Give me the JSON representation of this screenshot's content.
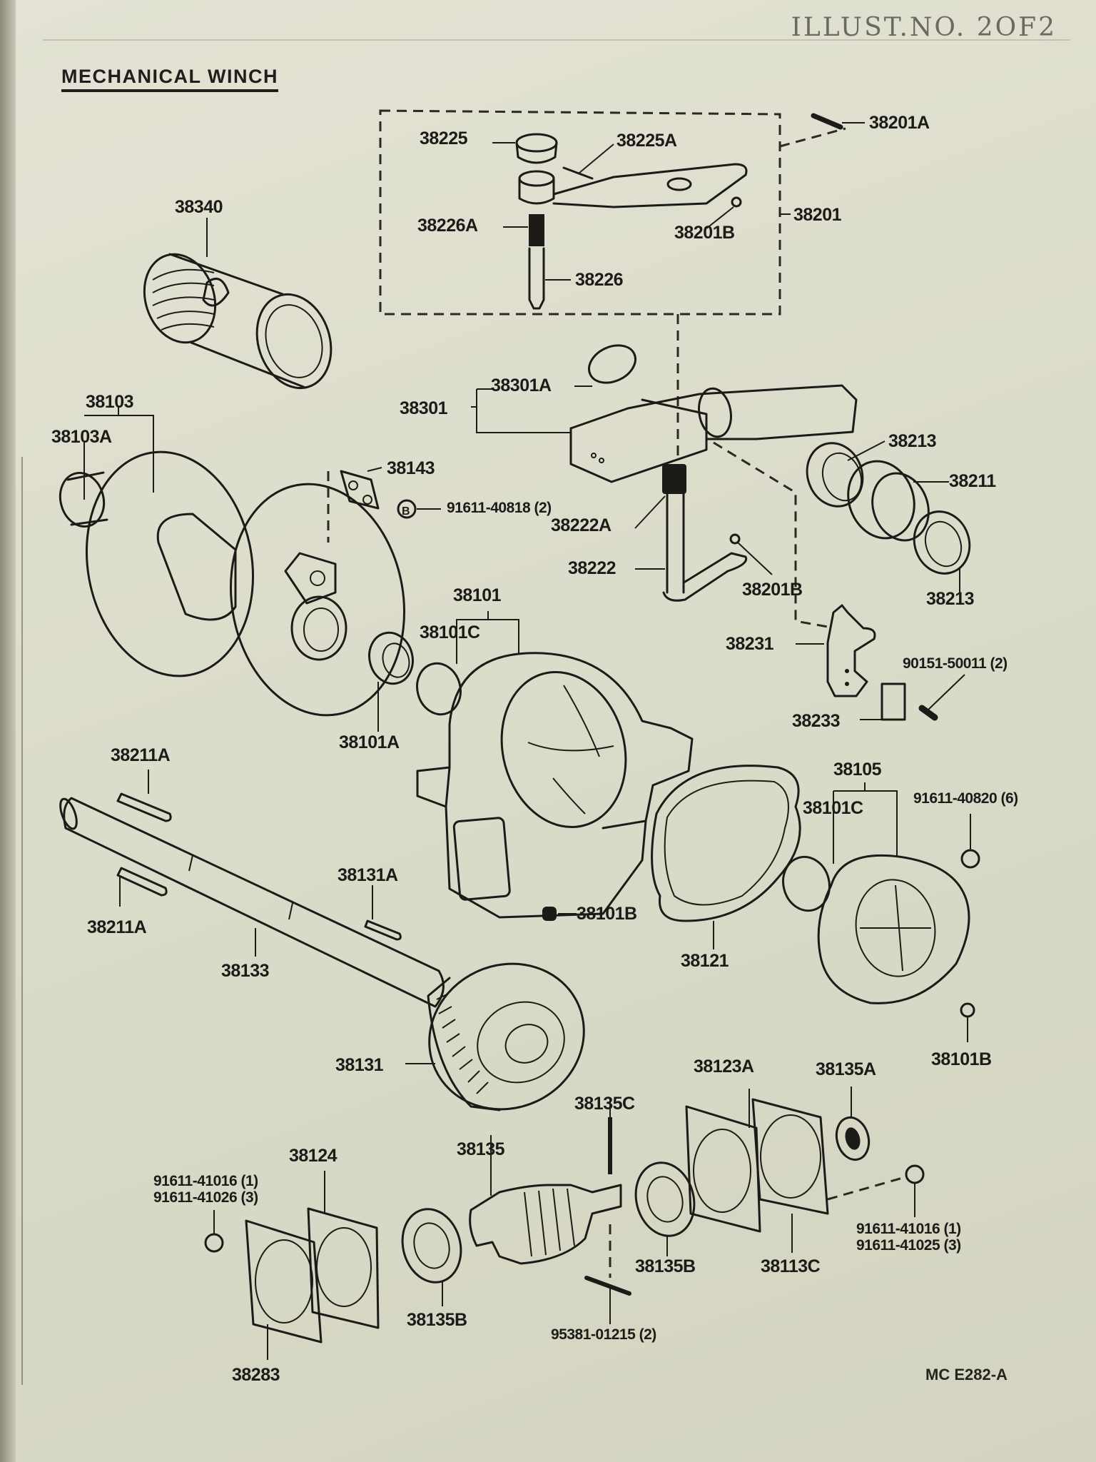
{
  "header": {
    "illustration_ref": "ILLUST.NO. 2OF2",
    "title": "MECHANICAL WINCH",
    "footer_ref": "MC E282-A"
  },
  "parts": {
    "p38201A": "38201A",
    "p38225": "38225",
    "p38225A": "38225A",
    "p38201": "38201",
    "p38226A": "38226A",
    "p38201B_top": "38201B",
    "p38226": "38226",
    "p38340": "38340",
    "p38301A": "38301A",
    "p38301": "38301",
    "p38103": "38103",
    "p38103A": "38103A",
    "p38213_top": "38213",
    "p38211": "38211",
    "p38143": "38143",
    "p91611_40818": "91611-40818 (2)",
    "p38222A": "38222A",
    "p38222": "38222",
    "p38201B_mid": "38201B",
    "p38213_bottom": "38213",
    "p38101": "38101",
    "p38101C_top": "38101C",
    "p38231": "38231",
    "p90151_50011": "90151-50011 (2)",
    "p38233": "38233",
    "p38101A": "38101A",
    "p38211A_top": "38211A",
    "p38105": "38105",
    "p38101C_right": "38101C",
    "p91611_40820": "91611-40820 (6)",
    "p38131A": "38131A",
    "p38211A_bottom": "38211A",
    "p38101B_mid": "38101B",
    "p38133": "38133",
    "p38121": "38121",
    "p38131": "38131",
    "p38101B_right": "38101B",
    "p38123A": "38123A",
    "p38135A": "38135A",
    "p38135C": "38135C",
    "p38124": "38124",
    "p38135": "38135",
    "p91611_41016_left": "91611-41016 (1)",
    "p91611_41026_left": "91611-41026 (3)",
    "p91611_41016_right": "91611-41016 (1)",
    "p91611_41025_right": "91611-41025 (3)",
    "p38135B_right": "38135B",
    "p38113C": "38113C",
    "p38135B_left": "38135B",
    "p95381_01215": "95381-01215 (2)",
    "p38283": "38283"
  },
  "bolt_marker_symbol": "B"
}
